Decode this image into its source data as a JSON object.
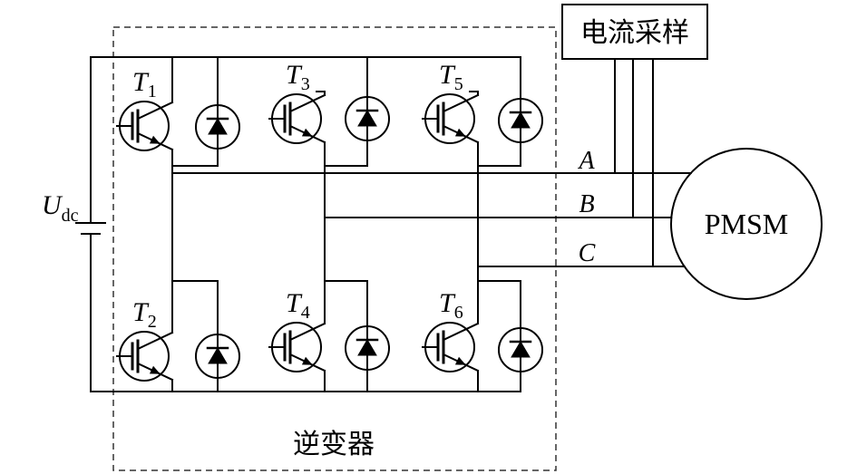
{
  "labels": {
    "dc_source": {
      "main": "U",
      "sub": "dc"
    },
    "switches": [
      {
        "main": "T",
        "sub": "1"
      },
      {
        "main": "T",
        "sub": "2"
      },
      {
        "main": "T",
        "sub": "3"
      },
      {
        "main": "T",
        "sub": "4"
      },
      {
        "main": "T",
        "sub": "5"
      },
      {
        "main": "T",
        "sub": "6"
      }
    ],
    "phases": [
      "A",
      "B",
      "C"
    ],
    "current_sampling": "电流采样",
    "motor": "PMSM",
    "inverter": "逆变器"
  },
  "colors": {
    "line": "#000000",
    "background": "#ffffff",
    "boundary": "#333333"
  }
}
